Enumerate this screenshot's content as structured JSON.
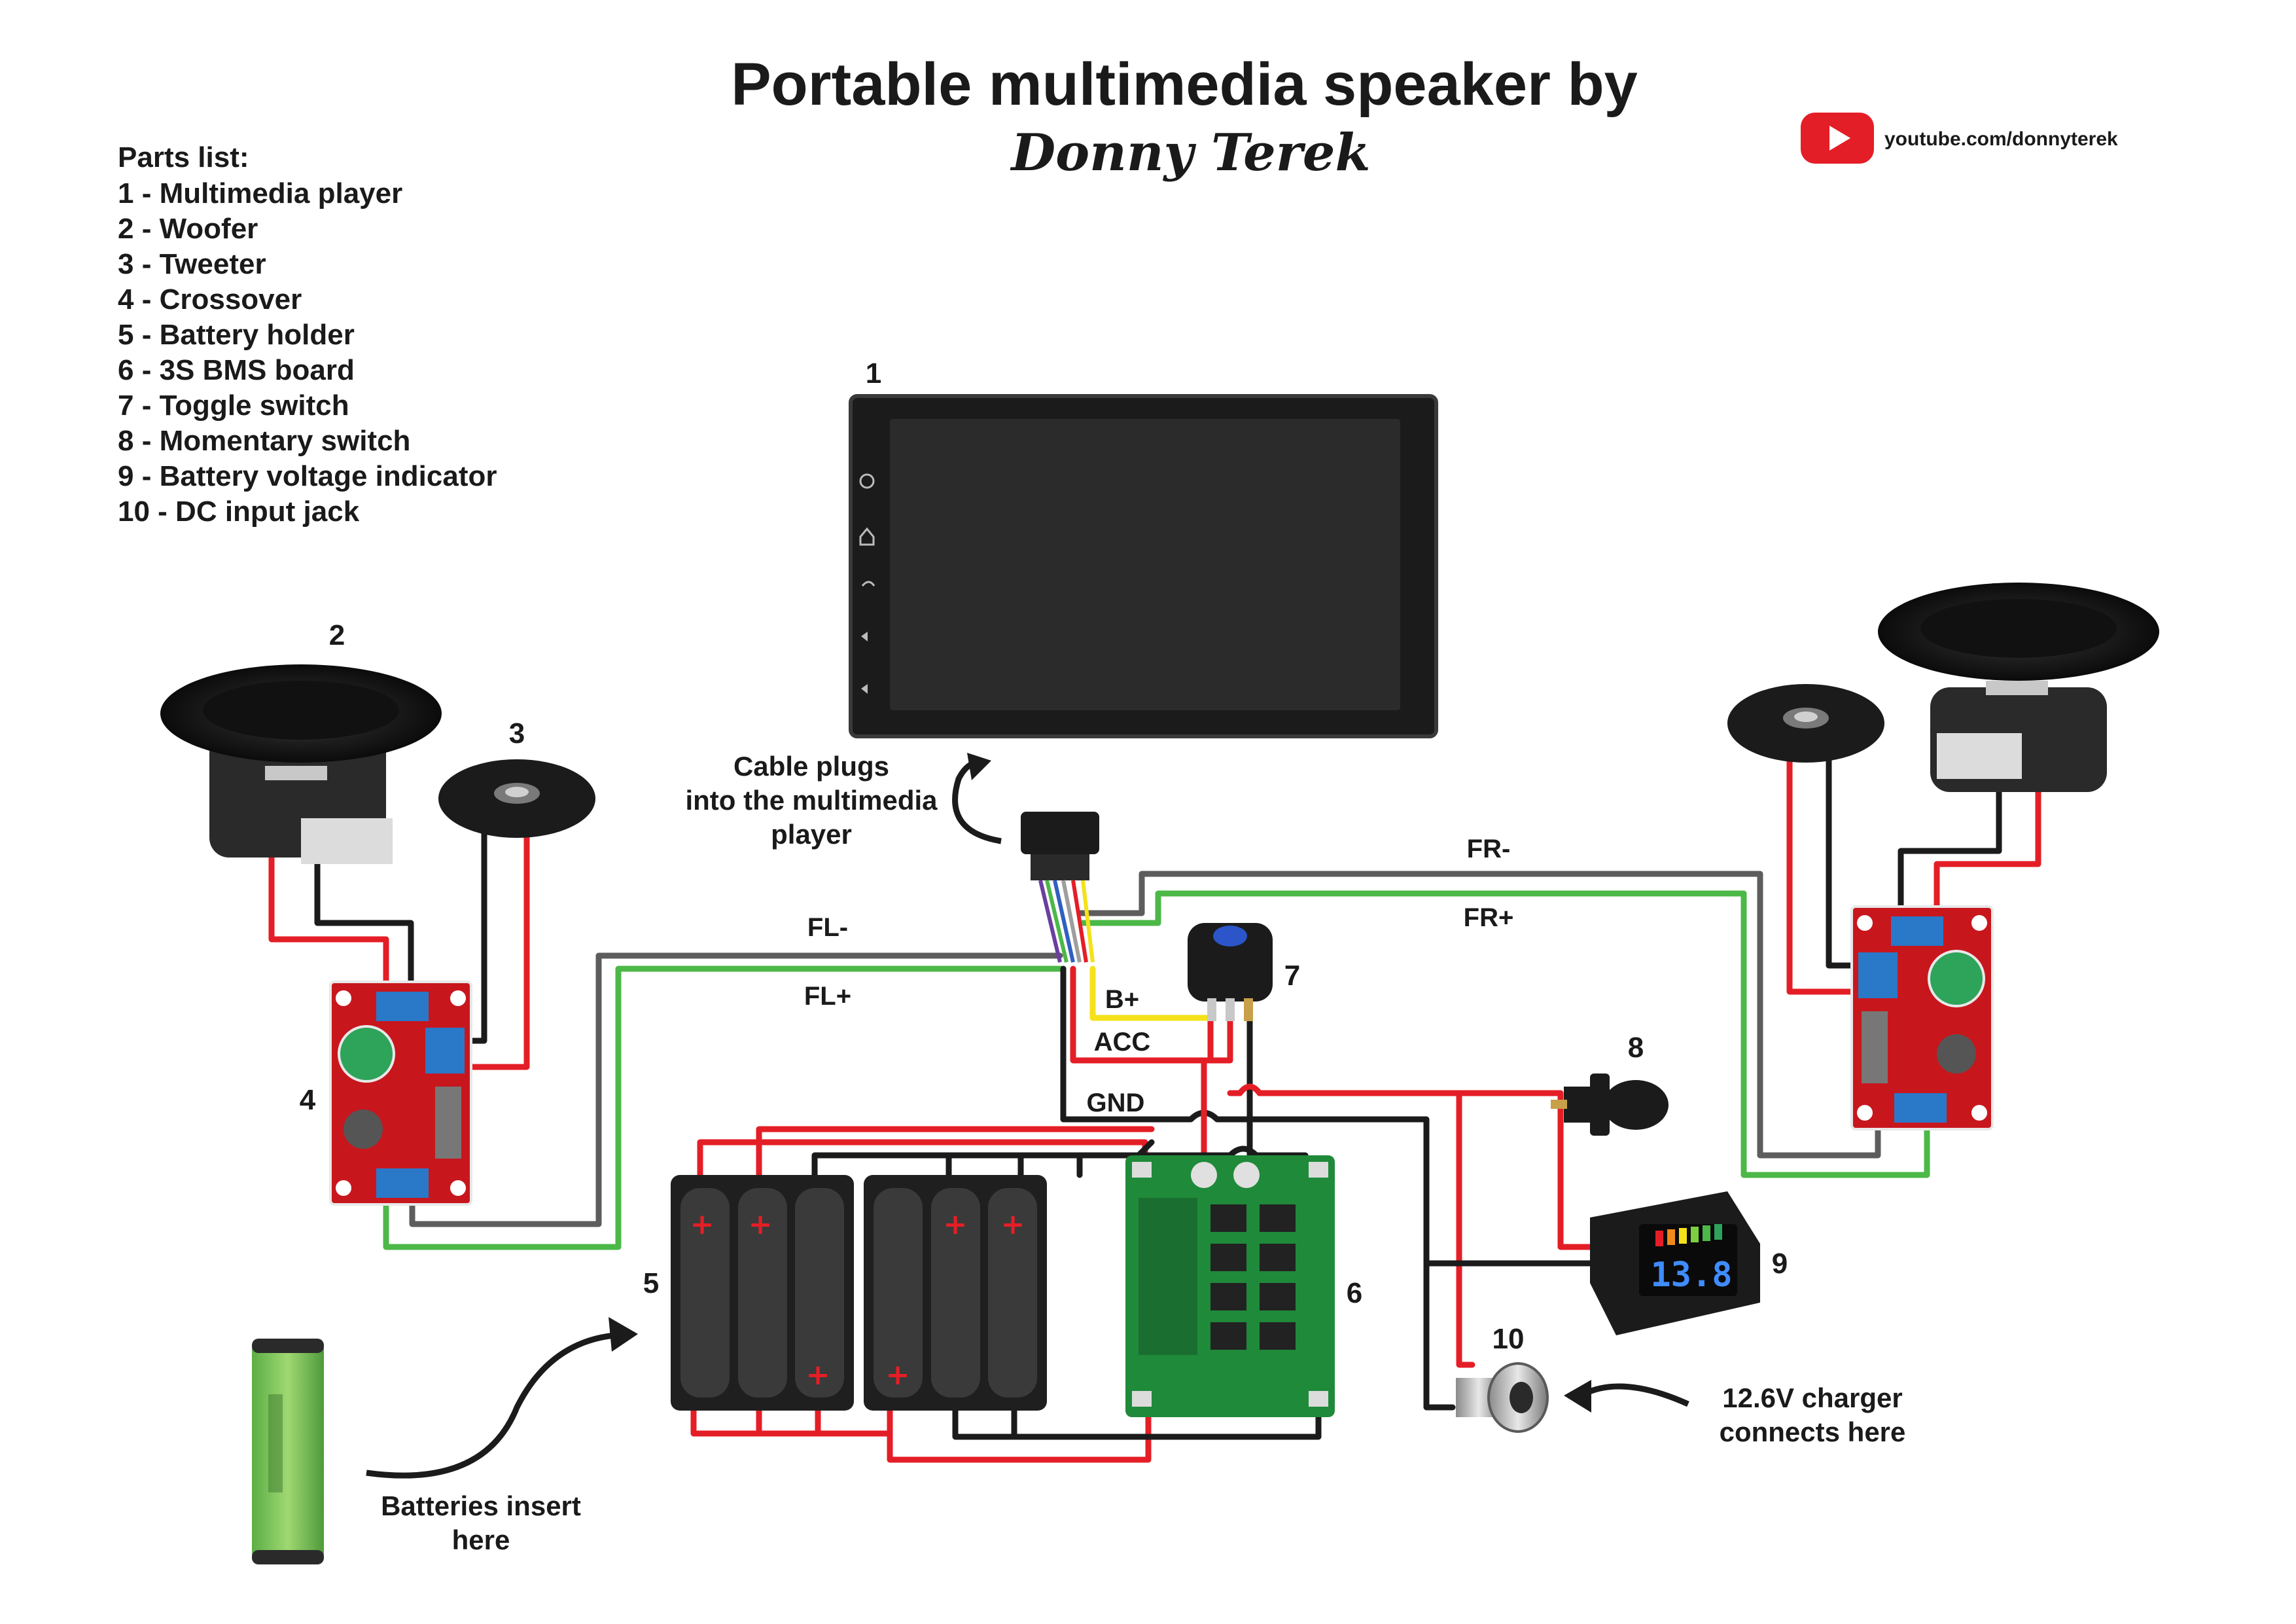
{
  "title": "Portable multimedia speaker by",
  "author": "Donny Terek",
  "youtube": {
    "url_text": "youtube.com/donnyterek",
    "icon": "youtube-play-icon",
    "color": "#e41e26"
  },
  "parts_list": {
    "heading": "Parts list:",
    "items": [
      "1 - Multimedia player",
      "2 - Woofer",
      "3 - Tweeter",
      "4 - Crossover",
      "5 - Battery holder",
      "6 - 3S BMS board",
      "7 - Toggle switch",
      "8 - Momentary switch",
      "9 - Battery voltage indicator",
      "10 - DC input jack"
    ]
  },
  "component_numbers": {
    "player": "1",
    "woofer": "2",
    "tweeter": "3",
    "crossover": "4",
    "battery_holder": "5",
    "bms": "6",
    "toggle_switch": "7",
    "momentary_switch": "8",
    "voltage_indicator": "9",
    "dc_jack": "10"
  },
  "wire_labels": {
    "fl_minus": "FL-",
    "fl_plus": "FL+",
    "fr_minus": "FR-",
    "fr_plus": "FR+",
    "b_plus": "B+",
    "acc": "ACC",
    "gnd": "GND"
  },
  "notes": {
    "cable": [
      "Cable plugs",
      "into the multimedia",
      "player"
    ],
    "batteries": [
      "Batteries insert",
      "here"
    ],
    "charger": [
      "12.6V charger",
      "connects here"
    ]
  },
  "voltage_display": "13.8",
  "colors": {
    "red_wire": "#e41e26",
    "black_wire": "#1b1b1b",
    "grey_wire": "#5d5d5d",
    "green_wire": "#4cb848",
    "yellow_wire": "#f5e11a",
    "pcb_red": "#c8161d",
    "pcb_green": "#1f8a3a",
    "display_blue": "#3f8cff"
  }
}
